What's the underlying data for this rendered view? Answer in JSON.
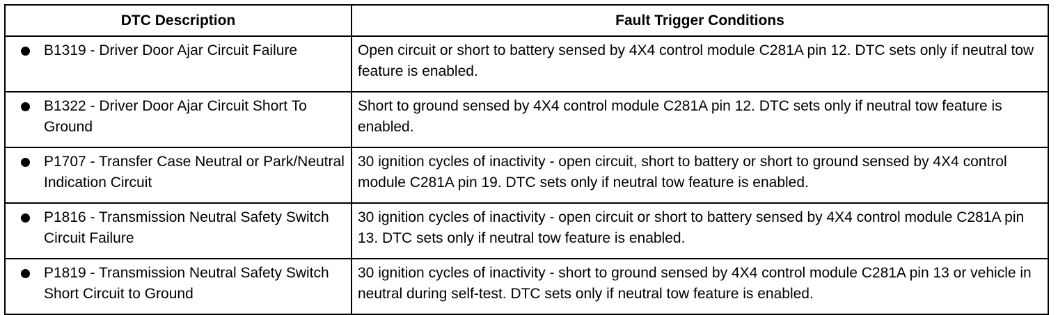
{
  "table": {
    "headers": {
      "description": "DTC Description",
      "conditions": "Fault Trigger Conditions"
    },
    "rows": [
      {
        "description": "B1319 - Driver Door Ajar Circuit Failure",
        "conditions": "Open circuit or short to battery sensed by 4X4 control module C281A pin 12. DTC sets only if neutral tow feature is enabled."
      },
      {
        "description": "B1322 - Driver Door Ajar Circuit Short To Ground",
        "conditions": "Short to ground sensed by 4X4 control module C281A pin 12. DTC sets only if neutral tow feature is enabled."
      },
      {
        "description": "P1707 - Transfer Case Neutral or Park/Neutral Indication Circuit",
        "conditions": "30 ignition cycles of inactivity - open circuit, short to battery or short to ground sensed by 4X4 control module C281A pin 19. DTC sets only if neutral tow feature is enabled."
      },
      {
        "description": "P1816 - Transmission Neutral Safety Switch Circuit Failure",
        "conditions": "30 ignition cycles of inactivity - open circuit or short to battery sensed by 4X4 control module C281A pin 13. DTC sets only if neutral tow feature is enabled."
      },
      {
        "description": "P1819 - Transmission Neutral Safety Switch Short Circuit to Ground",
        "conditions": "30 ignition cycles of inactivity - short to ground sensed by 4X4 control module C281A pin 13 or vehicle in neutral during self-test. DTC sets only if neutral tow feature is enabled."
      }
    ]
  }
}
